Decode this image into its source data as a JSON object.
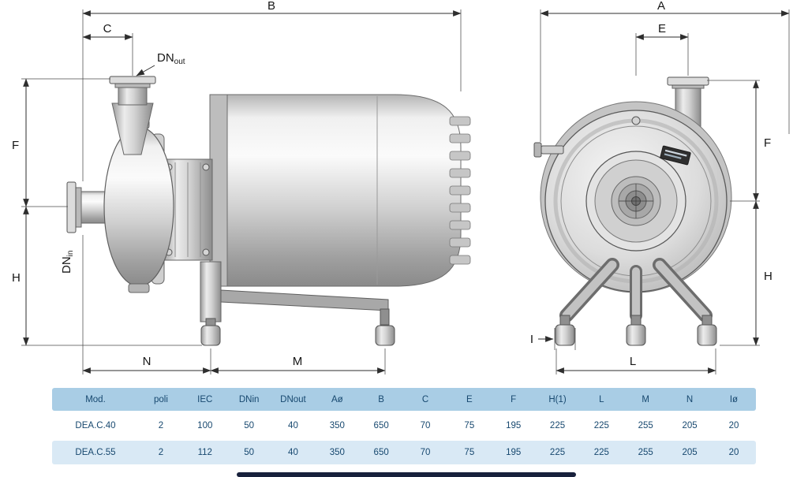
{
  "drawing": {
    "side_view": {
      "dim_B": "B",
      "dim_C": "C",
      "dn_out_main": "DN",
      "dn_out_sub": "out",
      "dim_F": "F",
      "dn_in_main": "DN",
      "dn_in_sub": "in",
      "dim_H": "H",
      "dim_N": "N",
      "dim_M": "M"
    },
    "front_view": {
      "dim_A": "A",
      "dim_E": "E",
      "dim_F": "F",
      "dim_H": "H",
      "dim_I": "I",
      "dim_L": "L"
    }
  },
  "table": {
    "headers": [
      "Mod.",
      "poli",
      "IEC",
      "DNin",
      "DNout",
      "Aø",
      "B",
      "C",
      "E",
      "F",
      "H(1)",
      "L",
      "M",
      "N",
      "Iø"
    ],
    "rows": [
      {
        "cells": [
          "DEA.C.40",
          "2",
          "100",
          "50",
          "40",
          "350",
          "650",
          "70",
          "75",
          "195",
          "225",
          "225",
          "255",
          "205",
          "20"
        ]
      },
      {
        "cells": [
          "DEA.C.55",
          "2",
          "112",
          "50",
          "40",
          "350",
          "650",
          "70",
          "75",
          "195",
          "225",
          "225",
          "255",
          "205",
          "20"
        ]
      }
    ]
  },
  "colors": {
    "drawing_line": "#2e2e2e",
    "table_header_bg": "#a9cde5",
    "table_row_alt_bg": "#d9e9f5",
    "table_text": "#17486f",
    "bottom_bar": "#18213c"
  }
}
